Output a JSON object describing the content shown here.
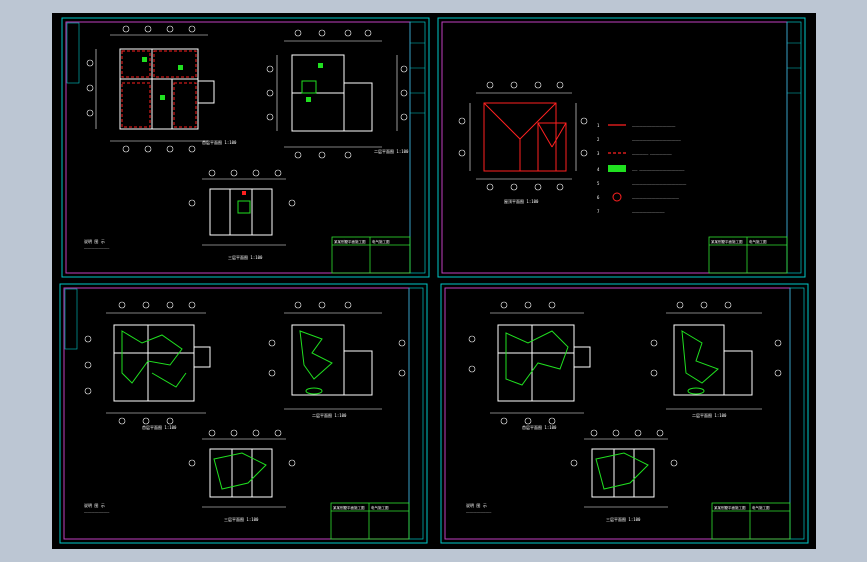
{
  "sheets": [
    {
      "id": "sheet-top-left",
      "plan_labels": [
        "首层平面图 1:100",
        "二层平面图 1:100",
        "三层平面图 1:100"
      ],
      "notes_title": "说明 图 示",
      "notes_text": "——————————————",
      "title_block": [
        "某某别墅平面施工图",
        "电气施工图"
      ]
    },
    {
      "id": "sheet-top-right",
      "plan_labels": [
        "屋顶平面图 1:100"
      ],
      "legend": [
        {
          "num": "1",
          "text": "————————————————————————"
        },
        {
          "num": "2",
          "text": "———————————————————————————"
        },
        {
          "num": "3",
          "text": "—————————  ————————————"
        },
        {
          "num": "4",
          "text": "———  —————————————————————————"
        },
        {
          "num": "5",
          "text": "——————————————————————————————"
        },
        {
          "num": "6",
          "text": "——————————————————————————"
        },
        {
          "num": "7",
          "text": "——————————————————"
        }
      ],
      "title_block": [
        "某某别墅平面施工图",
        "电气施工图"
      ]
    },
    {
      "id": "sheet-bottom-left",
      "plan_labels": [
        "首层平面图 1:100",
        "二层平面图 1:100",
        "三层平面图 1:100"
      ],
      "notes_title": "说明 图 示",
      "notes_text": "——————————————",
      "title_block": [
        "某某别墅平面施工图",
        "电气施工图"
      ]
    },
    {
      "id": "sheet-bottom-right",
      "plan_labels": [
        "首层平面图 1:100",
        "二层平面图 1:100",
        "三层平面图 1:100"
      ],
      "notes_title": "说明 图 示",
      "notes_text": "——————————————",
      "title_block": [
        "某某别墅平面施工图",
        "电气施工图"
      ]
    }
  ],
  "colors": {
    "background": "#bcc6d3",
    "canvas": "#000000",
    "sheet_border": "#00c8c8",
    "inner_frame": "#c040c0",
    "wall": "#ffffff",
    "wiring_green": "#20e020",
    "highlight_red": "#ff2020",
    "title_block": "#30e030"
  }
}
